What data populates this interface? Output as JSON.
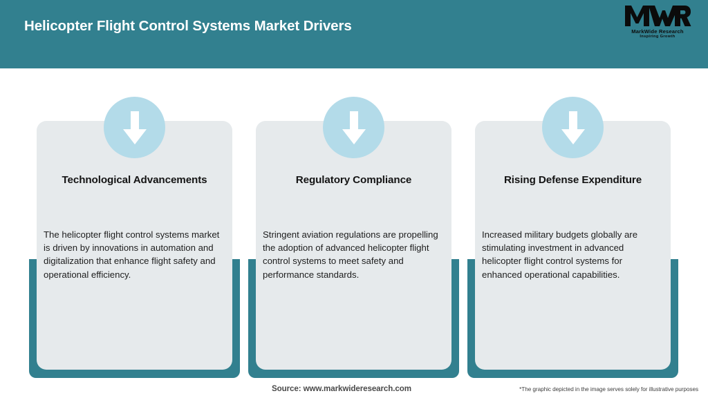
{
  "header": {
    "title": "Helicopter Flight Control Systems Market Drivers",
    "bar_color": "#32808f",
    "title_color": "#ffffff"
  },
  "logo": {
    "mark_text": "MWR",
    "name": "MarkWide Research",
    "tagline": "Inspiring Growth"
  },
  "cards": [
    {
      "icon": "arrow-down-icon",
      "heading": "Technological Advancements",
      "body": "The helicopter flight control systems market is driven by innovations in automation and digitalization that enhance flight safety and operational efficiency."
    },
    {
      "icon": "arrow-down-icon",
      "heading": "Regulatory Compliance",
      "body": "Stringent aviation regulations are propelling the adoption of advanced helicopter flight control systems to meet safety and performance standards."
    },
    {
      "icon": "arrow-down-icon",
      "heading": "Rising Defense Expenditure",
      "body": "Increased military budgets globally are stimulating investment in advanced helicopter flight control systems for enhanced operational capabilities."
    }
  ],
  "footer": {
    "source": "Source: www.markwideresearch.com",
    "disclaimer": "*The graphic depicted in the image serves solely for illustrative purposes"
  },
  "colors": {
    "teal": "#32808f",
    "panel_gray": "#e6eaec",
    "icon_blue": "#b3dbe9",
    "arrow_white": "#ffffff"
  }
}
